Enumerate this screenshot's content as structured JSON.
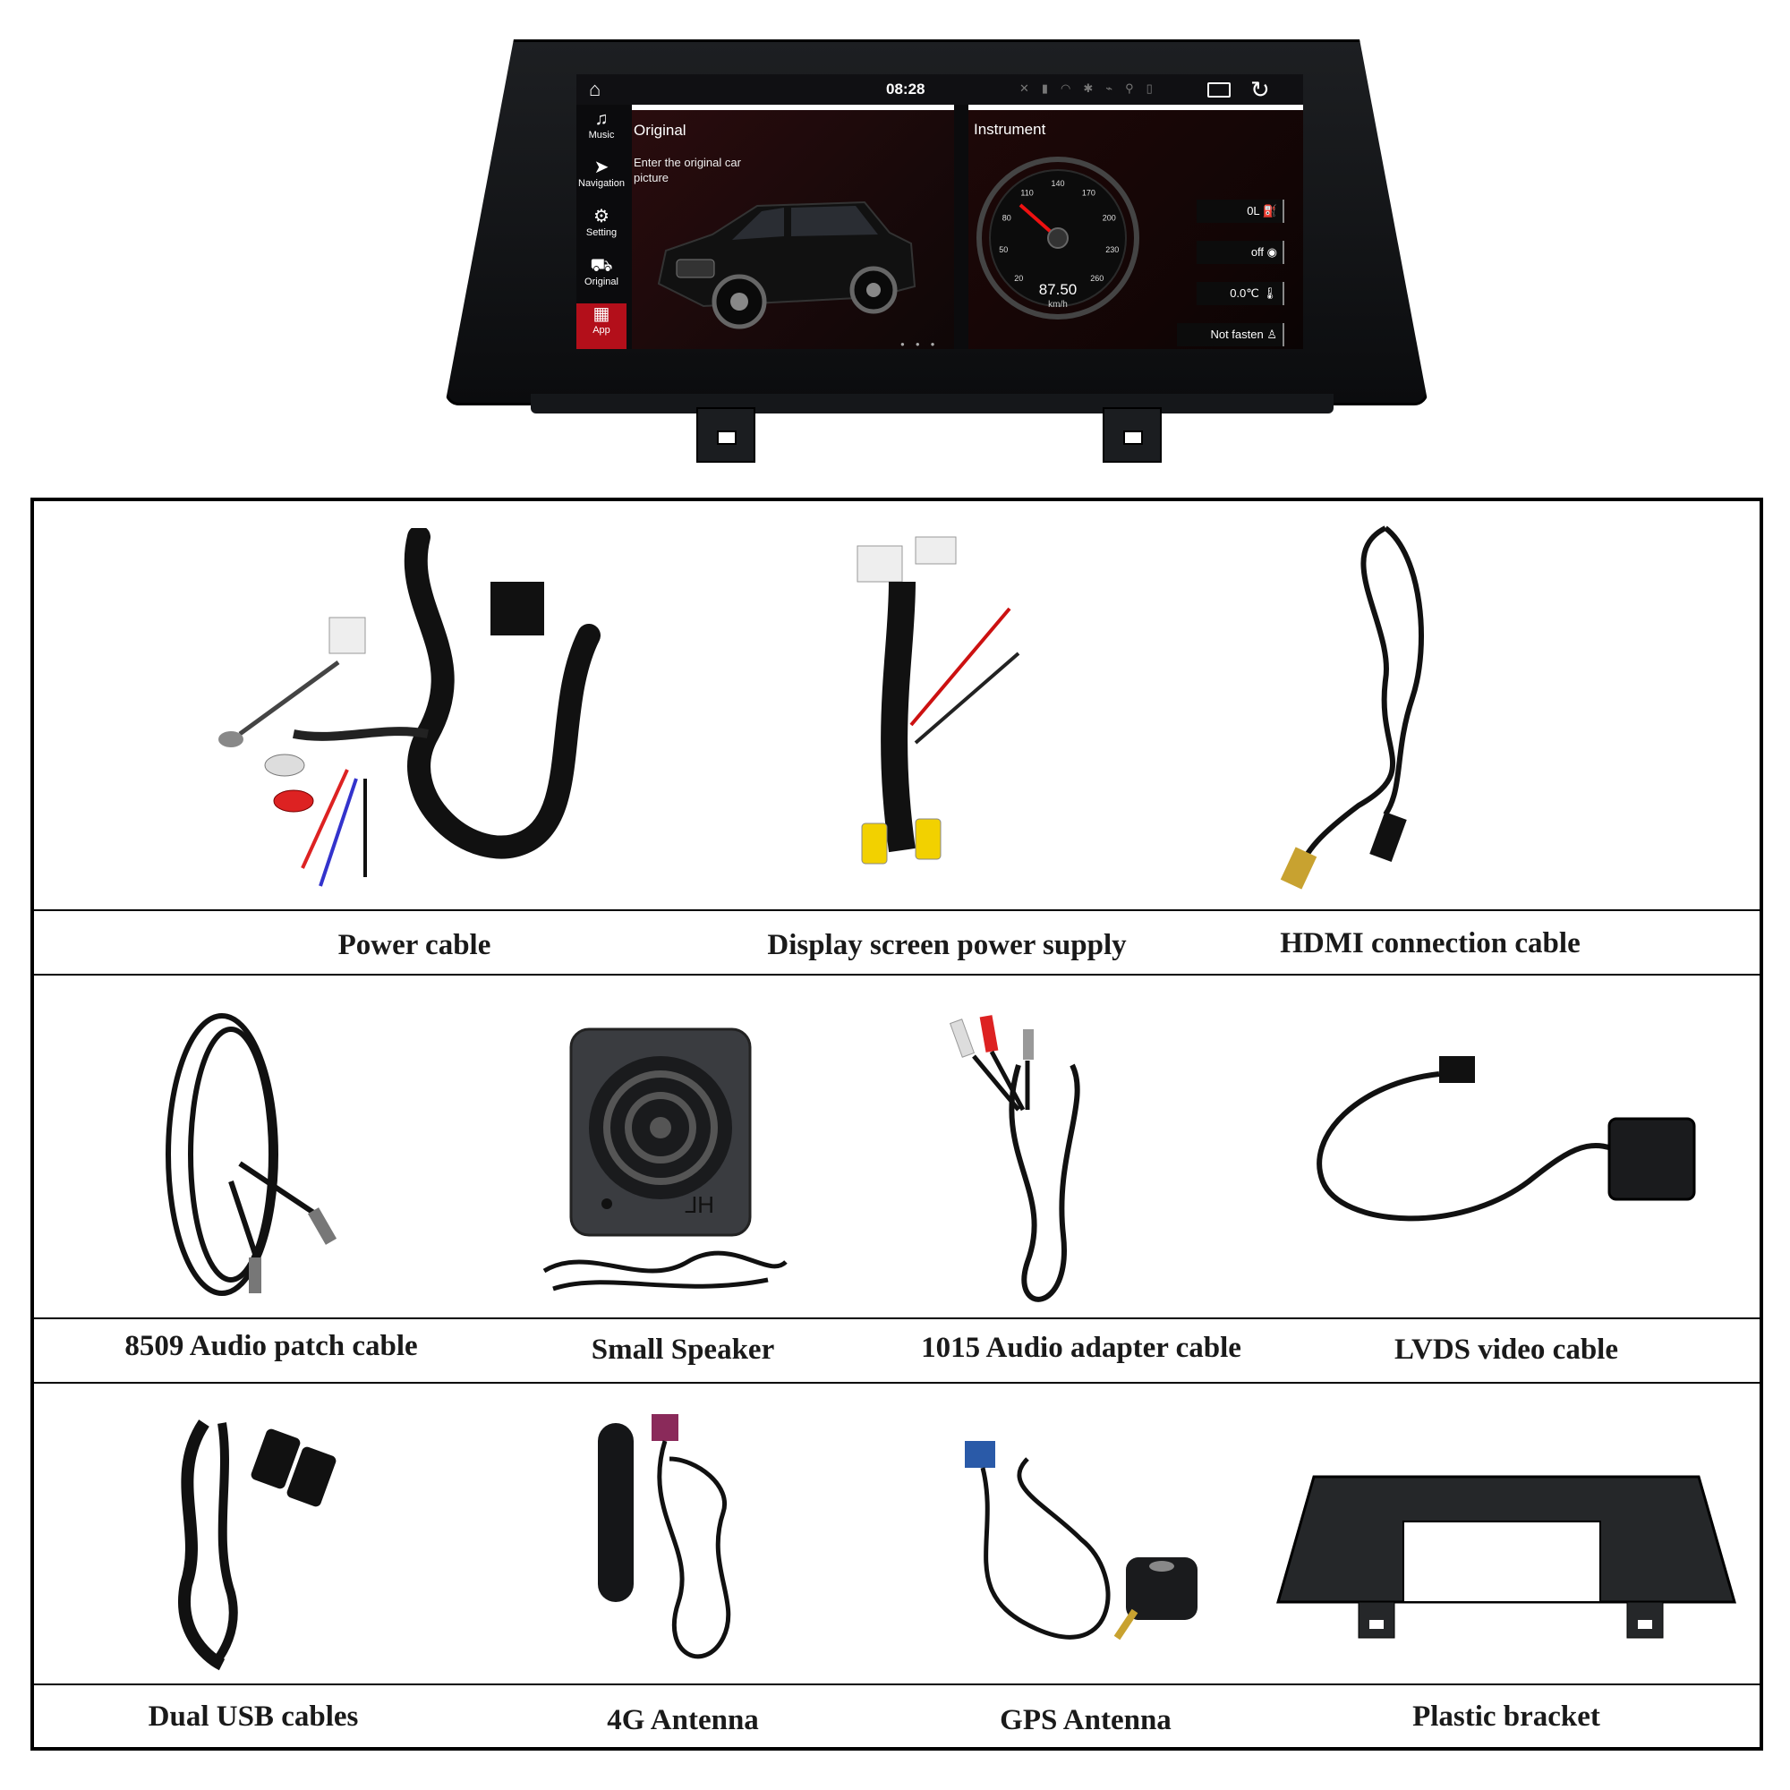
{
  "screen": {
    "time": "08:28",
    "sidebar": [
      {
        "label": "Music",
        "icon": "music-note-icon"
      },
      {
        "label": "Navigation",
        "icon": "navigation-icon"
      },
      {
        "label": "Setting",
        "icon": "gear-icon"
      },
      {
        "label": "Original",
        "icon": "car-icon"
      },
      {
        "label": "App",
        "icon": "app-grid-icon"
      }
    ],
    "original_card": {
      "title": "Original",
      "subtitle": "Enter the original car picture"
    },
    "instrument_card": {
      "title": "Instrument",
      "speed": "87.50",
      "unit": "km/h",
      "gauge_ticks": [
        "20",
        "50",
        "80",
        "110",
        "140",
        "170",
        "200",
        "230",
        "260"
      ],
      "readouts": [
        {
          "value": "0L",
          "icon": "fuel-icon"
        },
        {
          "value": "off",
          "icon": "brake-icon"
        },
        {
          "value": "0.0℃",
          "icon": "thermometer-icon"
        },
        {
          "value": "Not fasten",
          "icon": "seatbelt-icon"
        }
      ]
    }
  },
  "accessories": {
    "row1": [
      "Power cable",
      "Display screen power supply",
      "HDMI connection cable"
    ],
    "row2": [
      "8509 Audio patch cable",
      "Small Speaker",
      "1015 Audio adapter cable",
      "LVDS video cable"
    ],
    "row3": [
      "Dual USB cables",
      "4G Antenna",
      "GPS Antenna",
      "Plastic bracket"
    ],
    "speaker_mark": "HL"
  }
}
